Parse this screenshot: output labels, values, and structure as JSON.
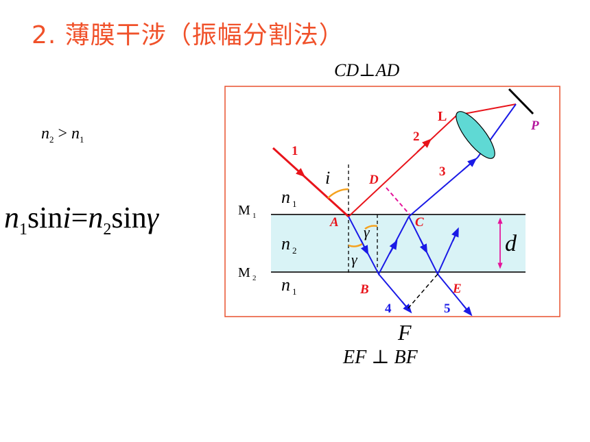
{
  "title": "2. 薄膜干涉（振幅分割法）",
  "condition_top": "CD⊥AD",
  "condition_bottom": "EF ⊥ BF",
  "inequality": {
    "n2": "n",
    "sub2": "2",
    "gt": ">",
    "n1": "n",
    "sub1": "1"
  },
  "snell": {
    "n1": "n",
    "s1": "1",
    "sin1": "sin",
    "i": "i",
    "eq": "=",
    "n2": "n",
    "s2": "2",
    "sin2": "sin",
    "g": "γ"
  },
  "diagram": {
    "media": {
      "top": "n",
      "top_sub": "1",
      "film": "n",
      "film_sub": "2",
      "bottom": "n",
      "bottom_sub": "1"
    },
    "surfaces": {
      "m1": "M",
      "m1_sub": "1",
      "m2": "M",
      "m2_sub": "2"
    },
    "points": {
      "A": "A",
      "B": "B",
      "C": "C",
      "D": "D",
      "E": "E",
      "F": "F",
      "L": "L",
      "P": "P"
    },
    "rays": [
      "1",
      "2",
      "3",
      "4",
      "5"
    ],
    "angles": {
      "incidence": "i",
      "refraction1": "γ",
      "refraction2": "γ"
    },
    "thickness": "d",
    "colors": {
      "incident": "#e8141b",
      "transmitted": "#1a1ae6",
      "film": "#d9f3f6",
      "frame": "#e8502e",
      "lens": "#5fd9d4",
      "title": "#f0512a",
      "dim": "#e5139a",
      "angle_arc": "#f5a21f"
    }
  }
}
